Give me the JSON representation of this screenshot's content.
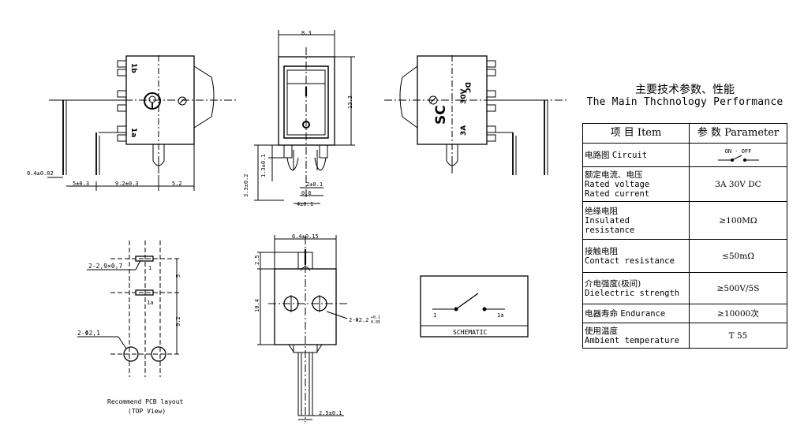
{
  "side_view_left": {
    "pin_top": "1b",
    "pin_bottom": "1a",
    "dims": [
      "0.4±0.02",
      "5±0.3",
      "9.2±0.3",
      "5.2"
    ]
  },
  "front_view": {
    "dims": [
      "8.3",
      "13.3",
      "3.3±0.2",
      "1.3±0.1",
      "2±0.1",
      "0.6",
      "4±0.1"
    ]
  },
  "side_view_right": {
    "marking_sc": "SC",
    "marking_30v": "30V",
    "marking_dc": "DC",
    "marking_3a": "3A"
  },
  "pcb_layout": {
    "label_hole_rect": "2-2,9×0,7",
    "label_hole_round": "2-Φ2,1",
    "pin1": "1",
    "pin1a": "1a",
    "dim_5": "5",
    "dim_92": "9.2",
    "caption_line1": "Recommend PCB layout",
    "caption_line2": "(TOP View)"
  },
  "bottom_view": {
    "dims": [
      "6.4±0.15",
      "2.5",
      "10.4",
      "2-Φ2.2",
      "2.5±0.1"
    ],
    "tol_sup": "+0.1",
    "tol_sub": "0.05"
  },
  "schematic": {
    "pin_left": "1",
    "pin_right": "1a",
    "caption": "SCHEMATIC"
  },
  "performance": {
    "title_cn": "主要技术参数、性能",
    "title_en": "The Main Thchnology Performance",
    "header": [
      "项 目 Item",
      "参 数 Parameter"
    ],
    "rows": [
      {
        "item_cn": "电路图",
        "item_en": "Circuit",
        "value": "ON - OFF",
        "kind": "circuit"
      },
      {
        "item_cn": "额定电流、电压",
        "item_en": "Rated voltage",
        "item_en2": "Rated current",
        "value": "3A 30V DC"
      },
      {
        "item_cn": "绝缘电阻",
        "item_en": "Insulated",
        "item_en2": "resistance",
        "value": "≥100MΩ"
      },
      {
        "item_cn": "接触电阻",
        "item_en": "Contact resistance",
        "value": "≤50mΩ"
      },
      {
        "item_cn": "介电强度(极间)",
        "item_en": "Dielectric strength",
        "value": "≥500V/5S"
      },
      {
        "item_cn": "电器寿命",
        "item_en": "Endurance",
        "value": "≥10000次"
      },
      {
        "item_cn": "使用温度",
        "item_en": "Ambient temperature",
        "value": "T 55"
      }
    ]
  }
}
